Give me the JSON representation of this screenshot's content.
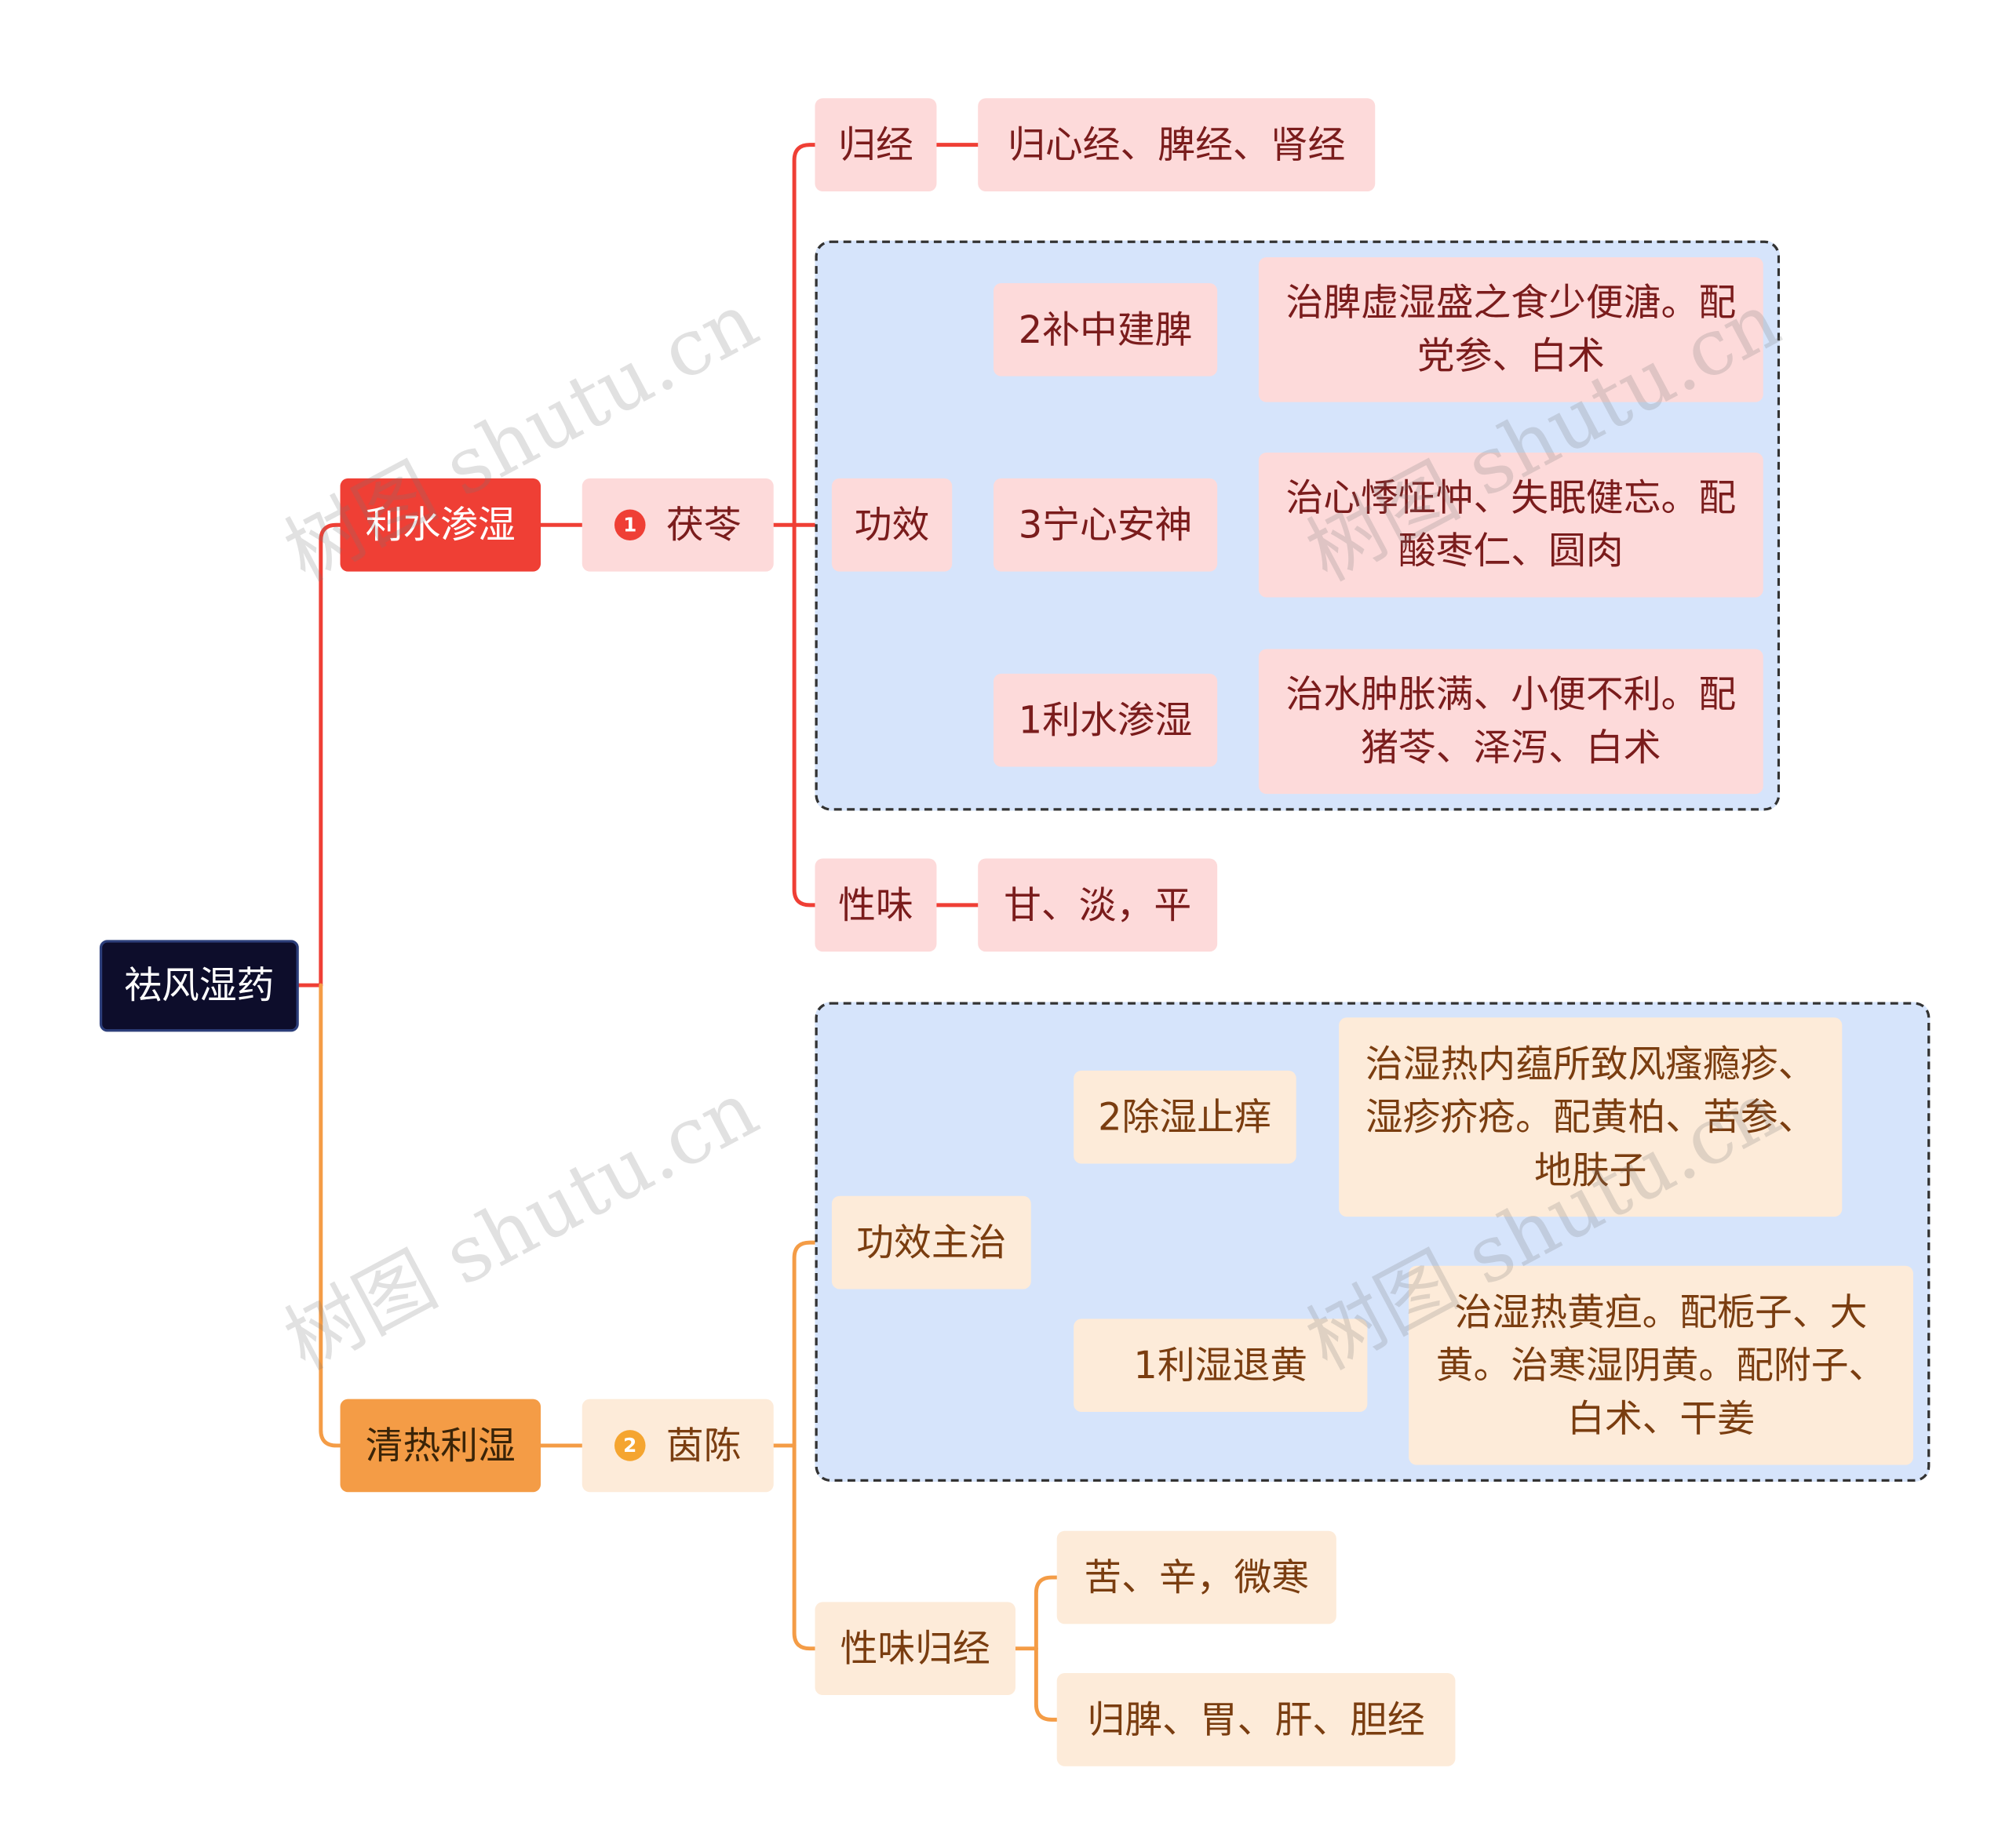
{
  "root": "祛风湿药",
  "branches": [
    {
      "label": "利水渗湿",
      "herb": {
        "badge": "1",
        "name": "茯苓"
      },
      "guijing": {
        "label": "归经",
        "value": "归心经、脾经、肾经"
      },
      "gongxiao": {
        "label": "功效",
        "items": [
          {
            "label": "2补中建脾",
            "detail": "治脾虚湿盛之食少便溏。配党参、白术"
          },
          {
            "label": "3宁心安神",
            "detail": "治心悸怔忡、失眠健忘。配酸枣仁、圆肉"
          },
          {
            "label": "1利水渗湿",
            "detail": "治水肿胀满、小便不利。配猪苓、泽泻、白术"
          }
        ]
      },
      "xingwei": {
        "label": "性味",
        "value": "甘、淡，平"
      }
    },
    {
      "label": "清热利湿",
      "herb": {
        "badge": "2",
        "name": "茵陈"
      },
      "gongxiao": {
        "label": "功效主治",
        "items": [
          {
            "label": "2除湿止痒",
            "detail": "治湿热内蕴所致风瘙瘾疹、湿疹疥疮。配黄柏、苦参、地肤子"
          },
          {
            "label": "1利湿退黄",
            "detail": "治湿热黄疸。配栀子、大黄。治寒湿阴黄。配附子、白术、干姜"
          }
        ]
      },
      "xingweiguijing": {
        "label": "性味归经",
        "items": [
          "苦、辛，微寒",
          "归脾、胃、肝、胆经"
        ]
      }
    }
  ],
  "watermark": "树图 shutu.cn",
  "colors": {
    "red": "#ef3f35",
    "orange": "#f49c46",
    "pink": "#fddada",
    "cream": "#fdebd9",
    "group": "#d6e4fb",
    "root": "#0d0d2b"
  }
}
